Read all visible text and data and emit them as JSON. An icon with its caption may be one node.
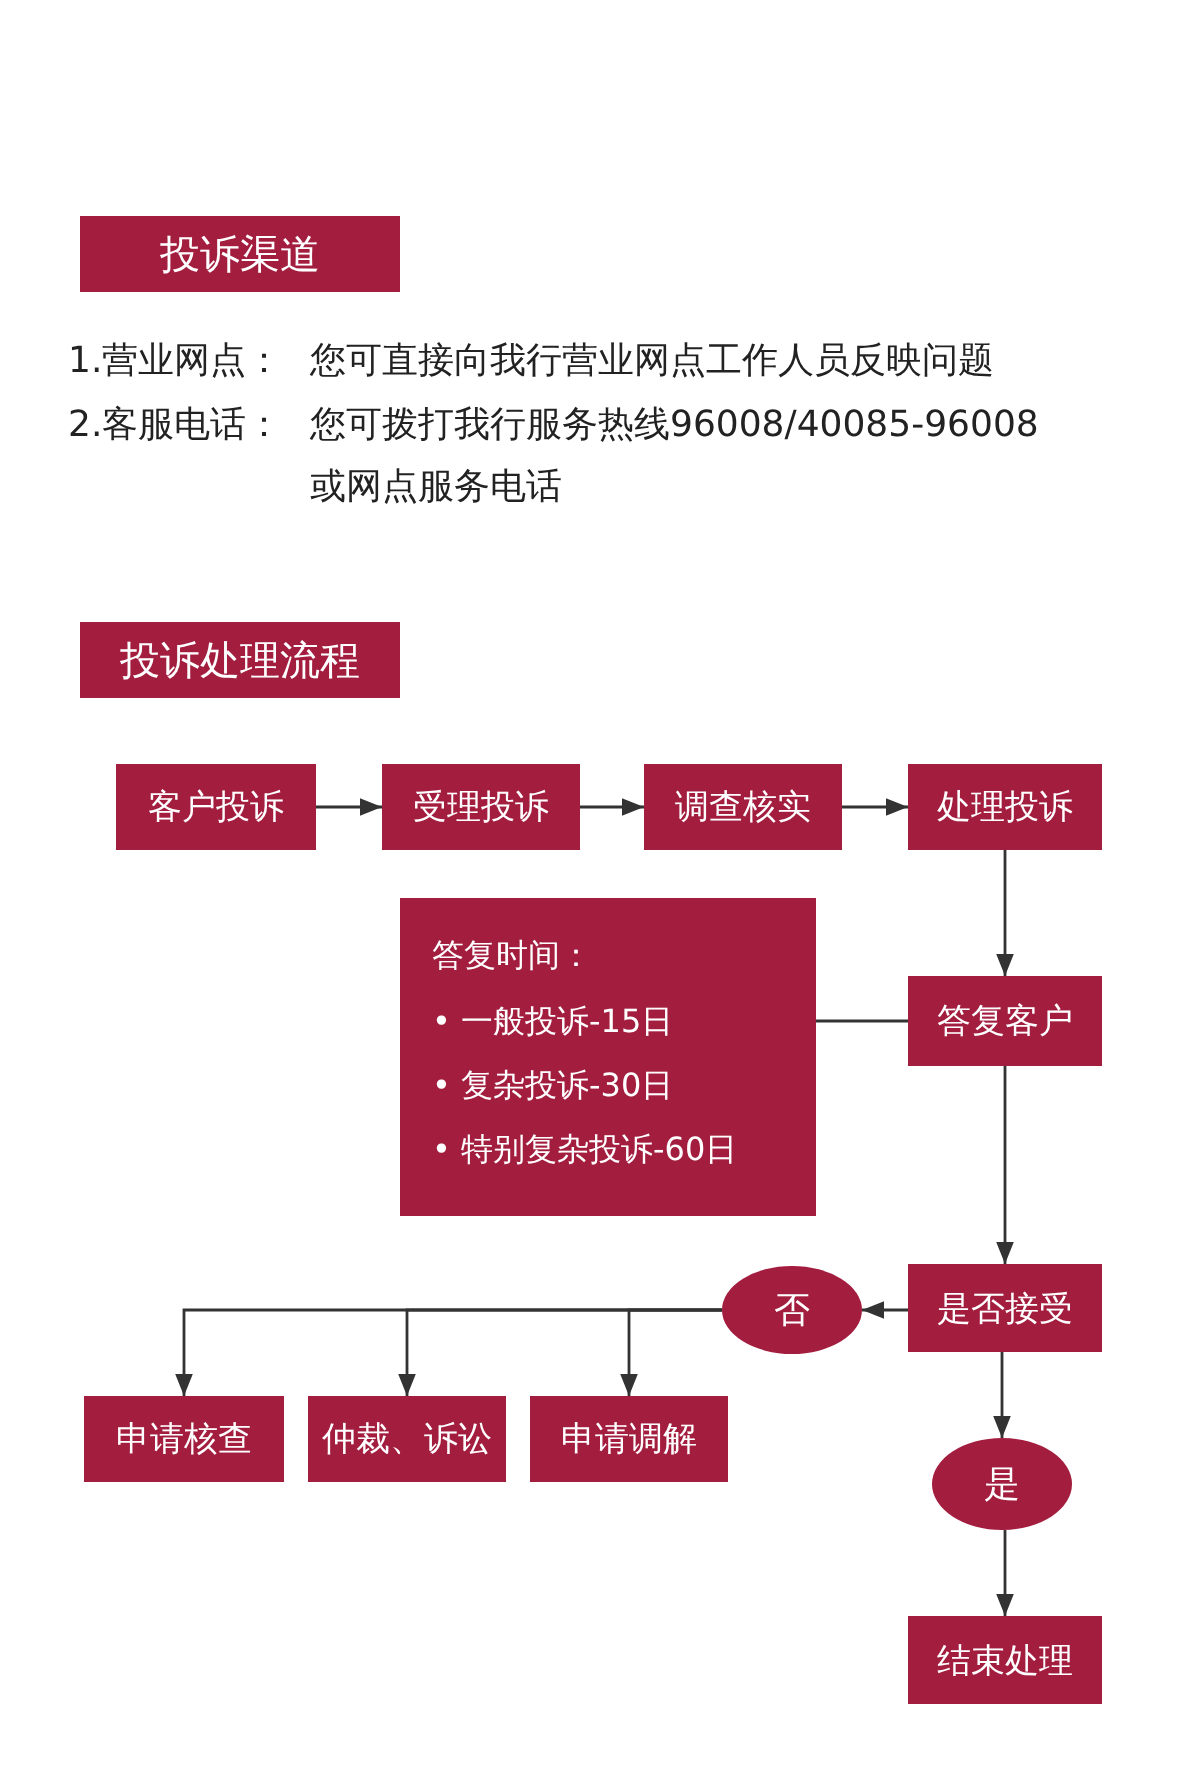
{
  "diagram": {
    "nodes": [
      {
        "text": [
          "投诉渠道"
        ]
      },
      {
        "text": [
          "投诉处理流程"
        ]
      },
      {
        "text": [
          "客户投诉"
        ]
      },
      {
        "text": [
          "受理投诉"
        ]
      },
      {
        "text": [
          "调查核实"
        ]
      },
      {
        "text": [
          "处理投诉"
        ]
      },
      {
        "text": [
          "答复时间：",
          "• 一般投诉-15日",
          "• 复杂投诉-30日",
          "• 特别复杂投诉-60日"
        ]
      },
      {
        "text": [
          "答复客户"
        ]
      },
      {
        "text": [
          "否"
        ]
      },
      {
        "text": [
          "是否接受"
        ]
      },
      {
        "text": [
          "申请核查"
        ]
      },
      {
        "text": [
          "仲裁、诉讼"
        ]
      },
      {
        "text": [
          "申请调解"
        ]
      },
      {
        "text": [
          "是"
        ]
      },
      {
        "text": [
          "结束处理"
        ]
      }
    ],
    "edges": [
      {
        "from": 2,
        "to": 3,
        "arrow": "to"
      },
      {
        "from": 3,
        "to": 4,
        "arrow": "to"
      },
      {
        "from": 4,
        "to": 5,
        "arrow": "to"
      },
      {
        "from": 5,
        "to": 7,
        "arrow": "to"
      },
      {
        "from": 6,
        "to": 7,
        "arrow": "none"
      },
      {
        "from": 7,
        "to": 9,
        "arrow": "to"
      },
      {
        "from": 9,
        "to": 8,
        "arrow": "to"
      },
      {
        "from": 8,
        "to": 10,
        "arrow": "to"
      },
      {
        "from": 8,
        "to": 11,
        "arrow": "to"
      },
      {
        "from": 8,
        "to": 12,
        "arrow": "to"
      },
      {
        "from": 9,
        "to": 13,
        "arrow": "to"
      },
      {
        "from": 13,
        "to": 14,
        "arrow": "to"
      }
    ],
    "labels": [
      "1.营业网点：",
      "您可直接向我行营业网点工作人员反映问题",
      "2.客服电话：",
      "您可拨打我行服务热线96008/40085-96008 或网点服务电话"
    ]
  }
}
